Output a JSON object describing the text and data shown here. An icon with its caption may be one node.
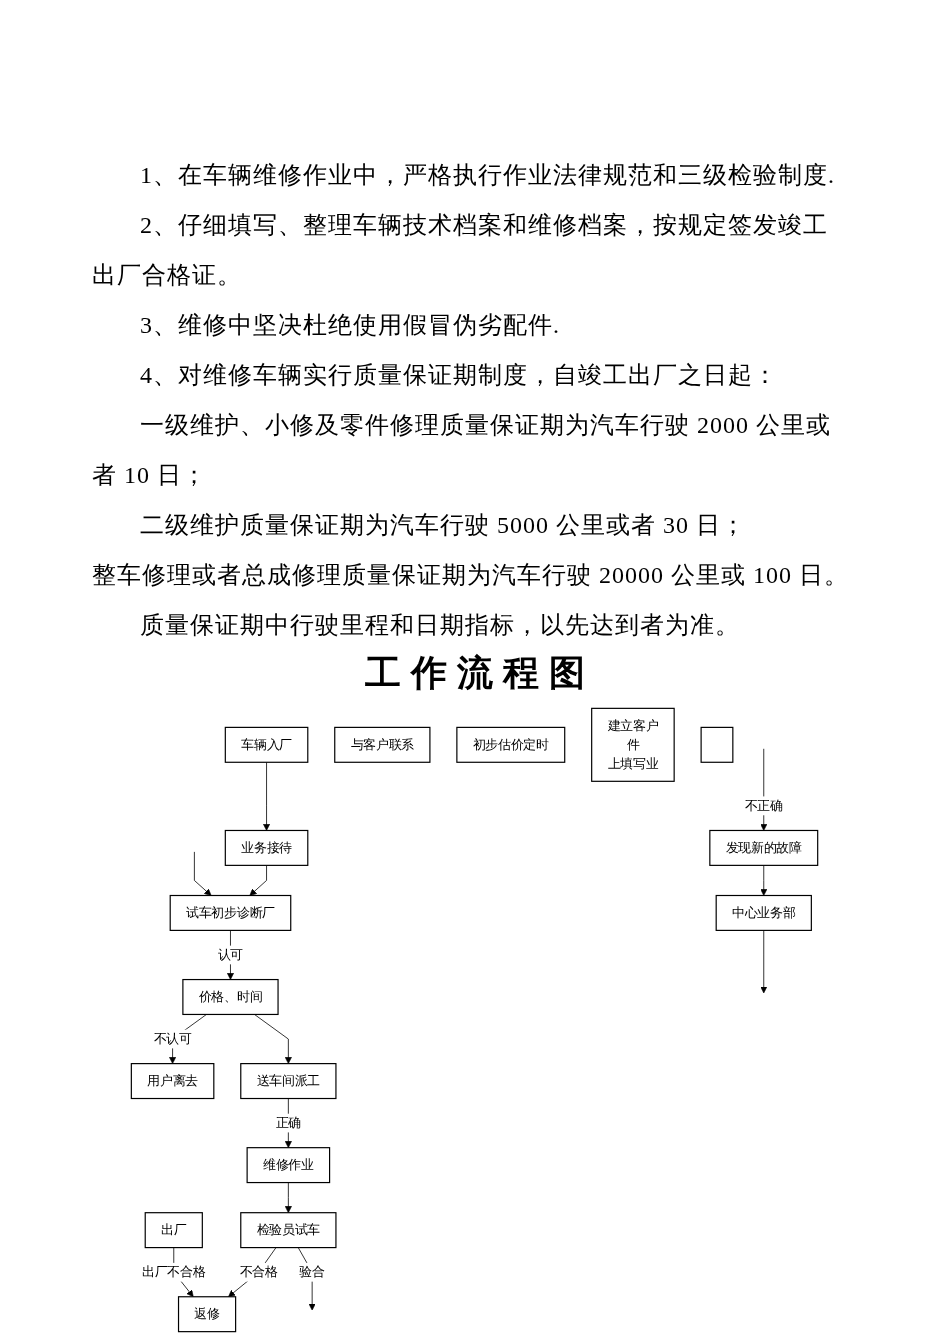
{
  "diagram": {
    "title": "工作流程图",
    "nodes": [
      {
        "text": [
          "车辆入厂"
        ]
      },
      {
        "text": [
          "业务接待"
        ]
      },
      {
        "text": [
          "试车初步诊断厂"
        ]
      },
      {
        "text": [
          "用户离去"
        ]
      },
      {
        "text": [
          "价格、时间"
        ]
      },
      {
        "text": [
          "中心业务部"
        ]
      },
      {
        "text": [
          "与客户联系"
        ]
      },
      {
        "text": [
          "初步估价定时"
        ]
      },
      {
        "text": [
          "送车间派工"
        ]
      },
      {
        "text": [
          "发现新的故障"
        ]
      },
      {
        "text": [
          "建立客户",
          "件",
          "上填写业"
        ]
      },
      {
        "text": [
          "维修作业"
        ]
      },
      {
        "text": [
          "返修"
        ]
      },
      {
        "text": [
          "检验员试车"
        ]
      },
      {
        "text": [],
        "shape": "box"
      },
      {
        "text": [
          "出厂"
        ]
      }
    ],
    "edges": [
      {
        "from": 0,
        "to": 1,
        "arrow": "to"
      },
      {
        "from": 1,
        "to": 2,
        "arrow": "to"
      },
      {
        "from": null,
        "to": 2,
        "arrow": "to"
      },
      {
        "from": 2,
        "to": 4,
        "arrow": "to",
        "label": "认可"
      },
      {
        "from": 4,
        "to": 3,
        "arrow": "to",
        "label": "不认可"
      },
      {
        "from": 5,
        "to": null,
        "arrow": "to"
      },
      {
        "from": 9,
        "to": 5,
        "arrow": "to"
      },
      {
        "from": 4,
        "to": 8,
        "arrow": "to"
      },
      {
        "from": null,
        "to": 9,
        "arrow": "to",
        "label": "不正确"
      },
      {
        "from": 8,
        "to": 11,
        "arrow": "to",
        "label": "正确"
      },
      {
        "from": 11,
        "to": 13,
        "arrow": "to"
      },
      {
        "from": 13,
        "to": 12,
        "arrow": "to",
        "label": "不合格"
      },
      {
        "from": 13,
        "to": null,
        "arrow": "to",
        "label": "验合"
      },
      {
        "from": 15,
        "to": 12,
        "arrow": "to",
        "label": "出厂不合格"
      }
    ],
    "labels": [
      "1、在车辆维修作业中，严格执行作业法律规范和三级检验制度.",
      "2、仔细填写、整理车辆技术档案和维修档案，按规定签发竣工出厂合格证。",
      "3、维修中坚决杜绝使用假冒伪劣配件.",
      "4、对维修车辆实行质量保证期制度，自竣工出厂之日起：",
      "一级维护、小修及零件修理质量保证期为汽车行驶 2000 公里或者 10 日；",
      "二级维护质量保证期为汽车行驶 5000 公里或者 30 日；",
      "整车修理或者总成修理质量保证期为汽车行驶 20000 公里或 100 日。",
      "质量保证期中行驶里程和日期指标，以先达到者为准。"
    ]
  }
}
